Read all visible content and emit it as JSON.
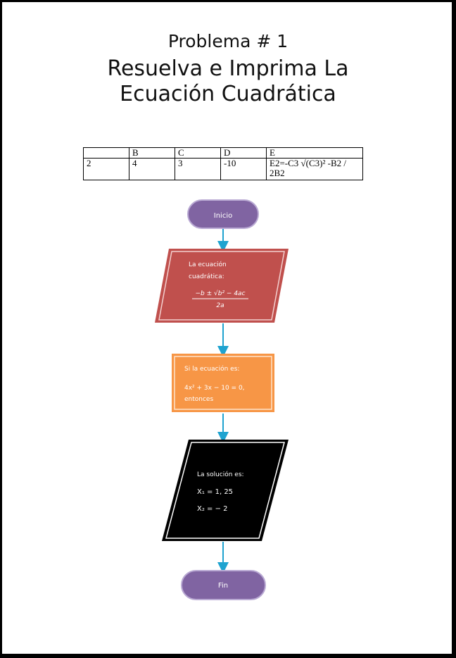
{
  "title": {
    "line1": "Problema # 1",
    "line2": "Resuelva e Imprima La",
    "line3": "Ecuación Cuadrática"
  },
  "table": {
    "header": [
      "",
      "B",
      "C",
      "D",
      "E"
    ],
    "row": [
      "2",
      "4",
      "3",
      "-10",
      "E2=-C3 √(C3)² -B2 / 2B2"
    ]
  },
  "flowchart": {
    "start": "Inicio",
    "input": {
      "line1": "La ecuación",
      "line2": "cuadrática:",
      "numerator": "−b ± √b² − 4ac",
      "denominator": "2a"
    },
    "process": {
      "line1": "Si la ecuación es:",
      "line2": "4x² + 3x − 10 = 0,",
      "line3": "entonces"
    },
    "output": {
      "line1": "La solución es:",
      "line2": "X₁ = 1, 25",
      "line3": "X₂ =  − 2"
    },
    "end": "Fin"
  },
  "colors": {
    "start": "#8064a2",
    "input": "#c0504d",
    "process": "#f79646",
    "output": "#000000",
    "arrow": "#1fa3d0"
  }
}
